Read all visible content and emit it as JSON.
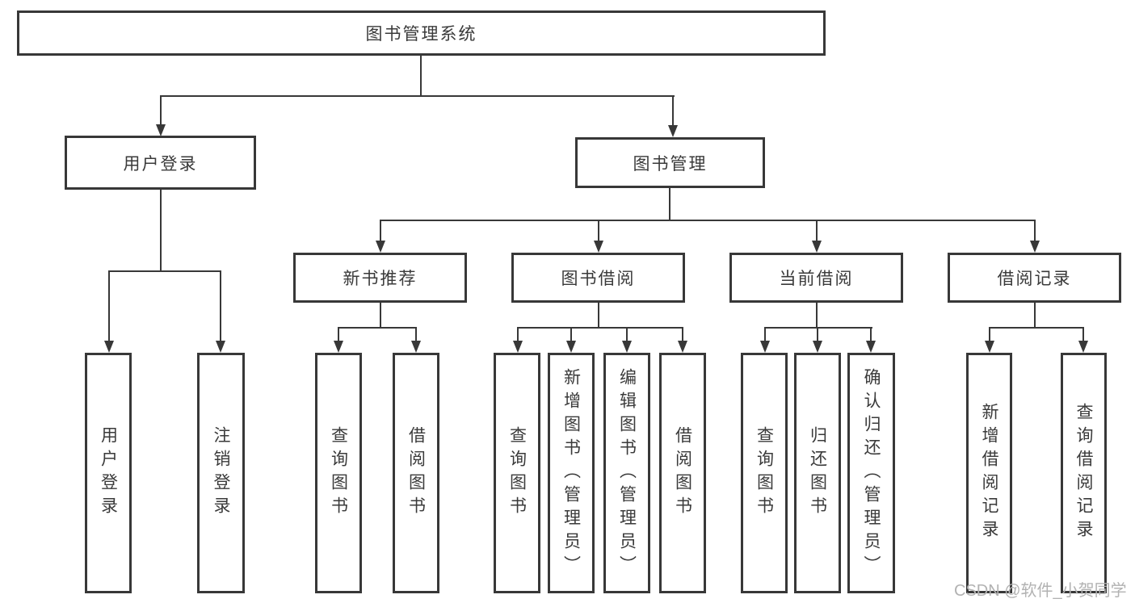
{
  "diagram": {
    "root": {
      "label": "图书管理系统"
    },
    "branches": [
      {
        "label": "用户登录",
        "children": [
          {
            "label": "用户登录"
          },
          {
            "label": "注销登录"
          }
        ]
      },
      {
        "label": "图书管理",
        "children": [
          {
            "label": "新书推荐",
            "children": [
              {
                "label": "查询图书"
              },
              {
                "label": "借阅图书"
              }
            ]
          },
          {
            "label": "图书借阅",
            "children": [
              {
                "label": "查询图书"
              },
              {
                "label": "新增图书（管理员）"
              },
              {
                "label": "编辑图书（管理员）"
              },
              {
                "label": "借阅图书"
              }
            ]
          },
          {
            "label": "当前借阅",
            "children": [
              {
                "label": "查询图书"
              },
              {
                "label": "归还图书"
              },
              {
                "label": "确认归还（管理员）"
              }
            ]
          },
          {
            "label": "借阅记录",
            "children": [
              {
                "label": "新增借阅记录"
              },
              {
                "label": "查询借阅记录"
              }
            ]
          }
        ]
      }
    ]
  },
  "colors": {
    "line": "#383838",
    "text": "#3a3a3a",
    "background": "#ffffff",
    "watermark": "#b2b2b2"
  },
  "watermark": {
    "text": "CSDN @软件_小贺同学"
  }
}
